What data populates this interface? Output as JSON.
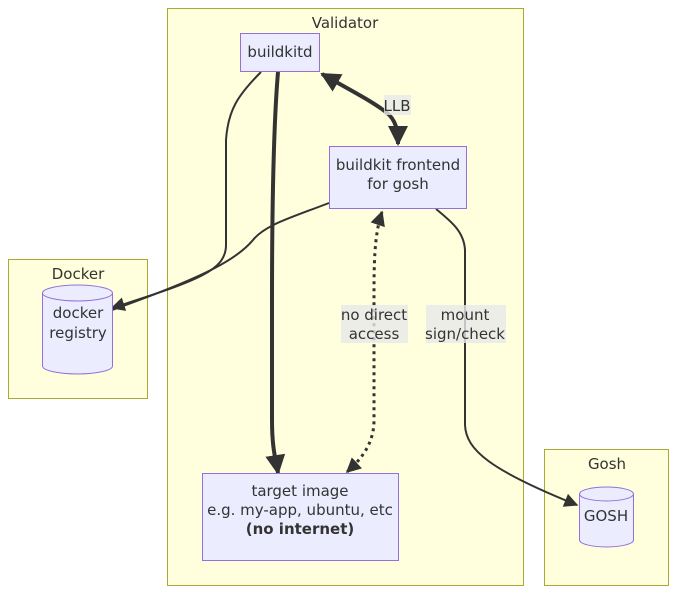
{
  "clusters": {
    "validator": {
      "title": "Validator"
    },
    "docker": {
      "title": "Docker"
    },
    "gosh": {
      "title": "Gosh"
    }
  },
  "nodes": {
    "buildkitd": {
      "label": "buildkitd"
    },
    "frontend": {
      "lines": [
        "buildkit frontend",
        "for gosh"
      ]
    },
    "target": {
      "lines": [
        "target image",
        "e.g. my-app, ubuntu, etc",
        "(no internet)"
      ]
    },
    "registry": {
      "lines": [
        "docker",
        "registry"
      ]
    },
    "gosh": {
      "label": "GOSH"
    }
  },
  "edges": {
    "llb": {
      "label": "LLB"
    },
    "no_direct": {
      "lines": [
        "no direct",
        "access"
      ]
    },
    "mount": {
      "lines": [
        "mount",
        "sign/check"
      ]
    }
  },
  "colors": {
    "cluster_fill": "#ffffde",
    "cluster_stroke": "#aaaa33",
    "node_fill": "#ececff",
    "node_stroke": "#9370db",
    "edge": "#333333"
  }
}
